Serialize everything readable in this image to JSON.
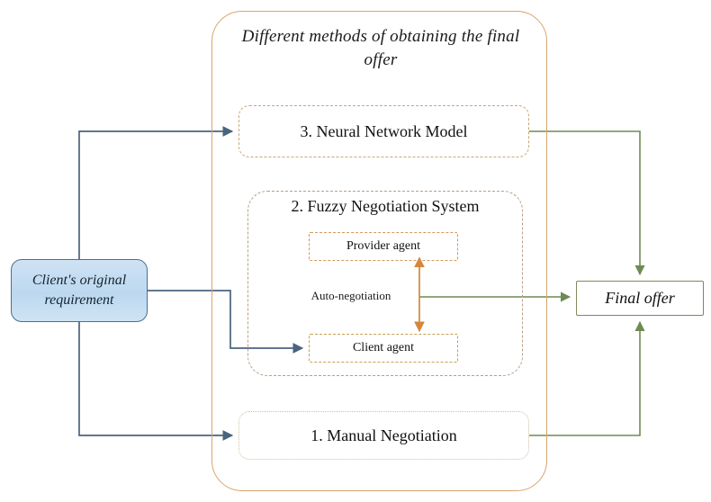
{
  "diagram": {
    "container": {
      "title": "Different methods of obtaining the final offer",
      "border_color": "#d9a46c"
    },
    "source_node": {
      "label": "Client's original requirement",
      "fill_color": "#c5dcf0",
      "border_color": "#4a6f91"
    },
    "target_node": {
      "label": "Final offer",
      "border_color": "#7c8a5e"
    },
    "methods": [
      {
        "id": "neural",
        "label": "3. Neural Network Model",
        "border_color": "#c8a87a",
        "border_style": "dashed"
      },
      {
        "id": "fuzzy",
        "label": "2. Fuzzy Negotiation System",
        "border_color": "#b8a089",
        "border_style": "dashed"
      },
      {
        "id": "manual",
        "label": "1. Manual Negotiation",
        "border_color": "#cfc29a",
        "border_style": "dotted"
      }
    ],
    "fuzzy_internals": {
      "provider_agent": {
        "label": "Provider agent",
        "border_color": "#d19a5e"
      },
      "client_agent": {
        "label": "Client agent",
        "border_color": "#c7a04f"
      },
      "negotiation_label": "Auto-negotiation",
      "negotiation_arrow_color": "#d4873a"
    },
    "connectors": {
      "input_color": "#4a647d",
      "output_color": "#6f8a55"
    }
  }
}
